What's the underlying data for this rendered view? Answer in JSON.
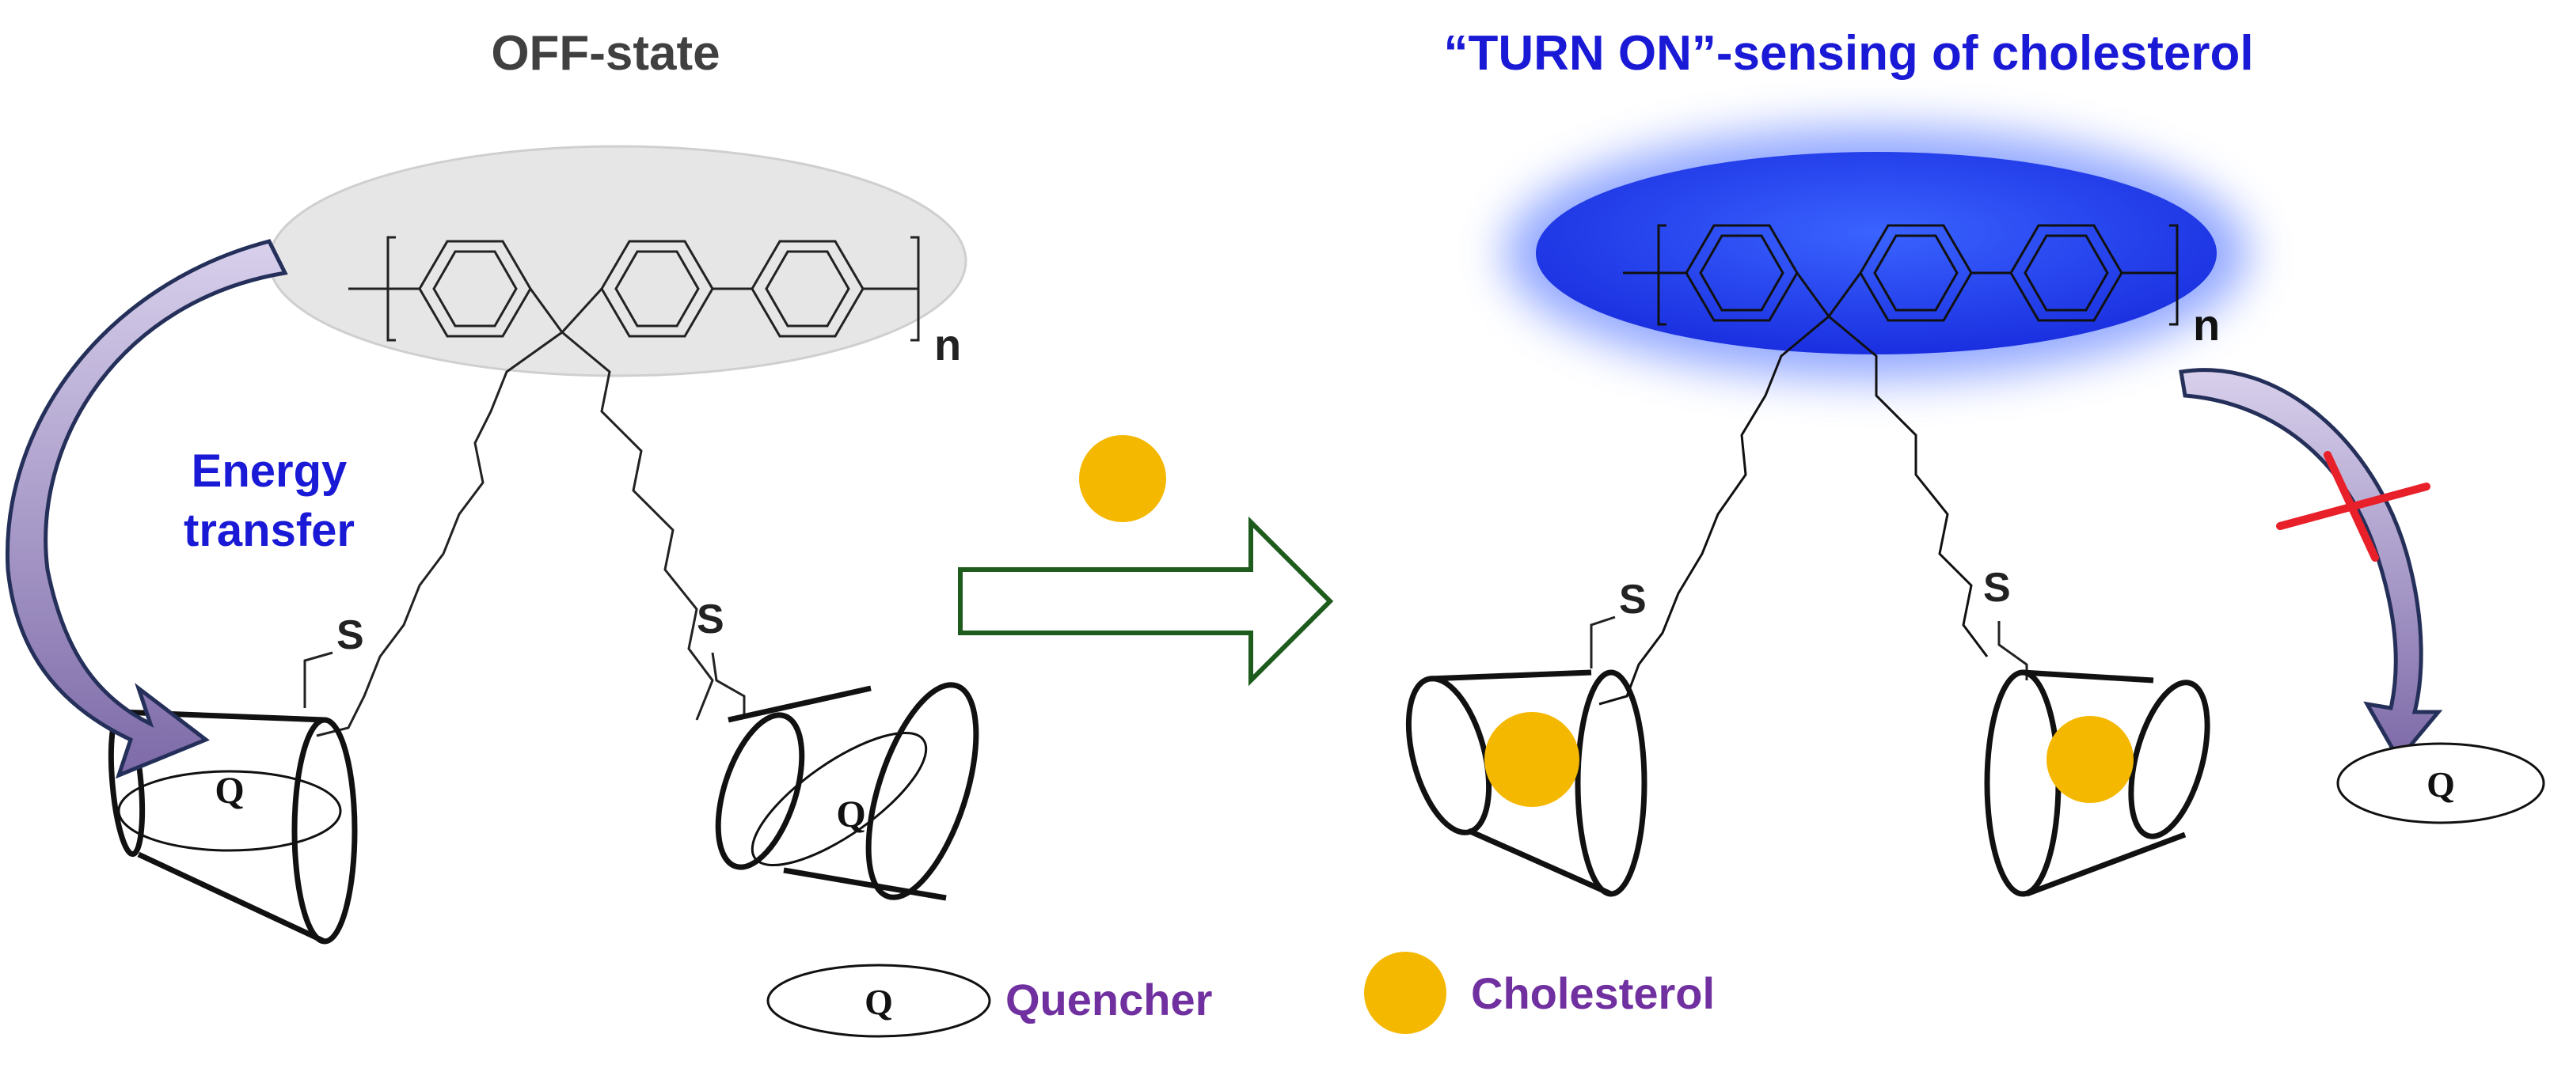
{
  "titles": {
    "off_state": "OFF-state",
    "turn_on": "“TURN ON”-sensing of cholesterol"
  },
  "labels": {
    "energy_transfer_line1": "Energy",
    "energy_transfer_line2": "transfer",
    "polymer_subscript": "n",
    "sulfur": "S",
    "quencher_symbol": "Q"
  },
  "legend": {
    "quencher_symbol": "Q",
    "quencher_text": "Quencher",
    "cholesterol_text": "Cholesterol"
  },
  "colors": {
    "off_title": "#404040",
    "turn_on_title": "#1a1ad6",
    "energy_transfer": "#1a1ad6",
    "legend_text": "#7030a0",
    "off_ellipse": "#e6e6e6",
    "on_ellipse": "#1f3ff5",
    "cholesterol": "#f5b800",
    "process_arrow_stroke": "#1e5c1e",
    "curved_arrow_fill": "#9a8cc0",
    "blocked_cross": "#e8202a"
  }
}
